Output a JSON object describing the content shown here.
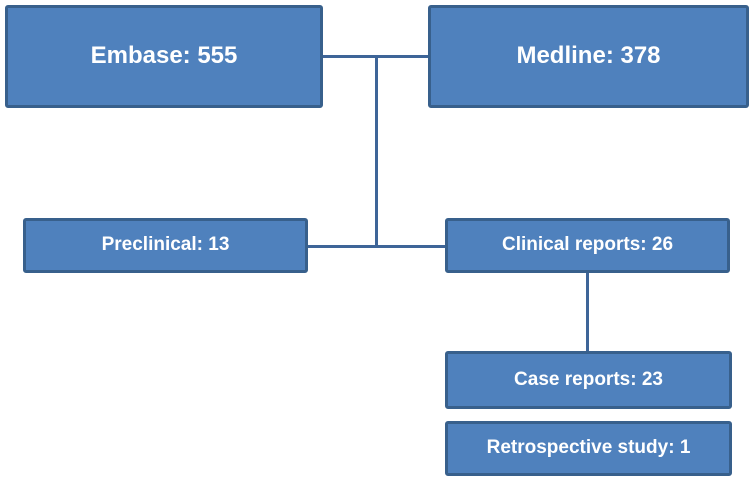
{
  "diagram": {
    "type": "flowchart",
    "boxes": [
      {
        "id": "embase",
        "label": "Embase: 555"
      },
      {
        "id": "medline",
        "label": "Medline: 378"
      },
      {
        "id": "preclinical",
        "label": "Preclinical: 13"
      },
      {
        "id": "clinical",
        "label": "Clinical reports: 26"
      },
      {
        "id": "case_reports",
        "label": "Case reports: 23"
      },
      {
        "id": "retrospective",
        "label": "Retrospective study: 1"
      }
    ],
    "connections": [
      {
        "from": "embase",
        "to": "medline",
        "style": "elbow"
      },
      {
        "from": "embase_medline_junction",
        "to": "preclinical_clinical_junction",
        "style": "vertical"
      },
      {
        "from": "preclinical",
        "to": "clinical",
        "style": "horizontal"
      },
      {
        "from": "clinical",
        "to": "case_reports",
        "style": "vertical"
      }
    ],
    "colors": {
      "box_fill": "#4F81BD",
      "box_border": "#38608C",
      "connector": "#3E6598",
      "text": "#FFFFFF",
      "background": "#FFFFFF"
    }
  }
}
